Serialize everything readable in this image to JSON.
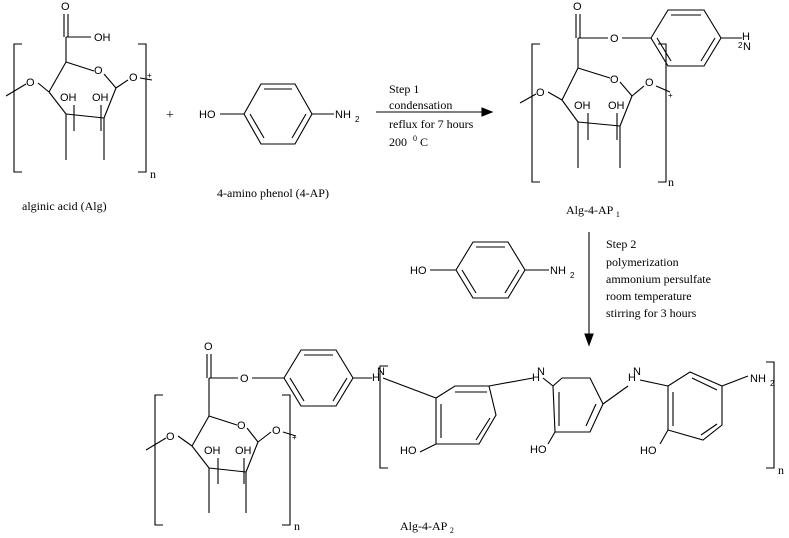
{
  "structures": {
    "alginic_acid": {
      "caption": "alginic acid (Alg)",
      "atoms": {
        "carbonyl_o": "O",
        "hydroxyl": "OH",
        "ring_o": "O",
        "link_o_left": "O",
        "link_o_right": "O",
        "oh_a": "OH",
        "oh_b": "OH"
      },
      "repeat_n": "n",
      "plus_end": "+"
    },
    "plus_sign": "+",
    "aminophenol": {
      "caption": "4-amino phenol (4-AP)",
      "ho": "HO",
      "nh2": "NH",
      "nh2_sub": "2"
    },
    "alg_4_ap1": {
      "caption_main": "Alg-4-AP",
      "caption_sub": "1",
      "atoms": {
        "carbonyl_o": "O",
        "ester_o": "O",
        "ring_o": "O",
        "link_o_left": "O",
        "link_o_right": "O",
        "oh_a": "OH",
        "oh_b": "OH"
      },
      "nh2_n": "N",
      "nh2_h": "H",
      "nh2_sub": "2",
      "repeat_n": "n",
      "plus_end": "+"
    },
    "aminophenol_step2": {
      "ho": "HO",
      "nh2": "NH",
      "nh2_sub": "2"
    },
    "alg_4_ap2": {
      "caption_main": "Alg-4-AP",
      "caption_sub": "2",
      "atoms": {
        "carbonyl_o": "O",
        "ester_o": "O",
        "ring_o": "O",
        "link_o_left": "O",
        "link_o_right": "O",
        "oh_a": "OH",
        "oh_b": "OH"
      },
      "nh_1": "H",
      "nh_1b": "N",
      "nh_2": "H",
      "nh_2b": "N",
      "nh_3": "H",
      "nh_3b": "N",
      "ho_1": "HO",
      "ho_2": "HO",
      "ho_3": "HO",
      "end_nh2": "NH",
      "end_nh2_sub": "2",
      "repeat_n_alg": "n",
      "repeat_n_poly": "n",
      "plus_end": "+"
    }
  },
  "step1": {
    "title": "Step 1",
    "line1": "condensation",
    "line2": "reflux for 7 hours",
    "temp_value": "200",
    "temp_sup": "0",
    "temp_unit": "C"
  },
  "step2": {
    "title": "Step 2",
    "line1": "polymerization",
    "line2": "ammonium persulfate",
    "line3": "room temperature",
    "line4": "stirring for 3 hours"
  }
}
